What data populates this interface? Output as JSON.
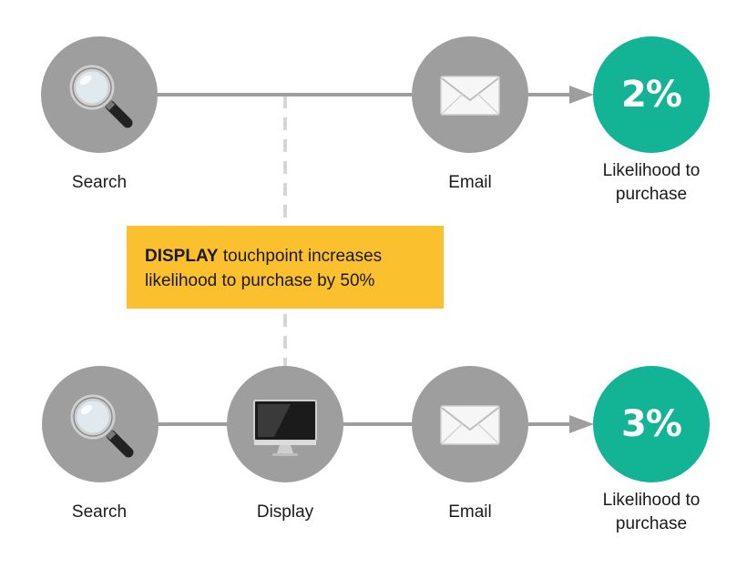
{
  "top_flow": {
    "nodes": [
      {
        "label": "Search",
        "icon": "magnifying-glass-icon"
      },
      {
        "label": "Email",
        "icon": "envelope-icon"
      }
    ],
    "result": {
      "value": "2%",
      "label": "Likelihood to purchase"
    }
  },
  "callout": {
    "emphasis": "DISPLAY",
    "text": " touchpoint increases likelihood to purchase by 50%"
  },
  "bottom_flow": {
    "nodes": [
      {
        "label": "Search",
        "icon": "magnifying-glass-icon"
      },
      {
        "label": "Display",
        "icon": "computer-monitor-icon"
      },
      {
        "label": "Email",
        "icon": "envelope-icon"
      }
    ],
    "result": {
      "value": "3%",
      "label": "Likelihood to purchase"
    }
  },
  "colors": {
    "node": "#9e9e9e",
    "connector": "#9e9e9e",
    "dashed_line": "#d6d6d6",
    "result": "#12b495",
    "callout": "#fbc02d"
  }
}
